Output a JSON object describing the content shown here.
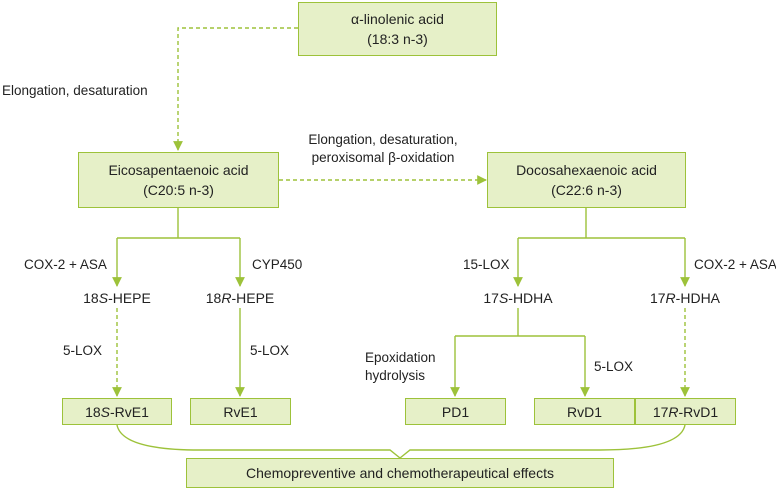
{
  "nodes": {
    "ala": {
      "line1": "α-linolenic acid",
      "line2": "(18:3 n-3)"
    },
    "epa": {
      "line1": "Eicosapentaenoic acid",
      "line2": "(C20:5 n-3)"
    },
    "dha": {
      "line1": "Docosahexaenoic acid",
      "line2": "(C22:6 n-3)"
    },
    "hepe18s": {
      "pre": "18",
      "it": "S",
      "post": "-HEPE"
    },
    "hepe18r": {
      "pre": "18",
      "it": "R",
      "post": "-HEPE"
    },
    "hdha17s": {
      "pre": "17",
      "it": "S",
      "post": "-HDHA"
    },
    "hdha17r": {
      "pre": "17",
      "it": "R",
      "post": "-HDHA"
    },
    "rve1_18s": {
      "pre": "18",
      "it": "S",
      "post": "-RvE1"
    },
    "rve1": {
      "text": "RvE1"
    },
    "pd1": {
      "text": "PD1"
    },
    "rvd1": {
      "text": "RvD1"
    },
    "rvd1_17r": {
      "pre": "17",
      "it": "R",
      "post": "-RvD1"
    },
    "effects": {
      "text": "Chemopreventive and chemotherapeutical effects"
    }
  },
  "edges": {
    "ala_to_epa": "Elongation, desaturation",
    "epa_to_dha_line1": "Elongation, desaturation,",
    "epa_to_dha_line2": "peroxisomal β-oxidation",
    "cox2_asa_left": "COX-2 + ASA",
    "cyp450": "CYP450",
    "lox15": "15-LOX",
    "cox2_asa_right": "COX-2 + ASA",
    "lox5_a": "5-LOX",
    "lox5_b": "5-LOX",
    "lox5_c": "5-LOX",
    "epox_line1": "Epoxidation",
    "epox_line2": "hydrolysis"
  },
  "colors": {
    "line": "#9dc23a",
    "box_fill": "#e6f0c8",
    "text": "#222222"
  }
}
